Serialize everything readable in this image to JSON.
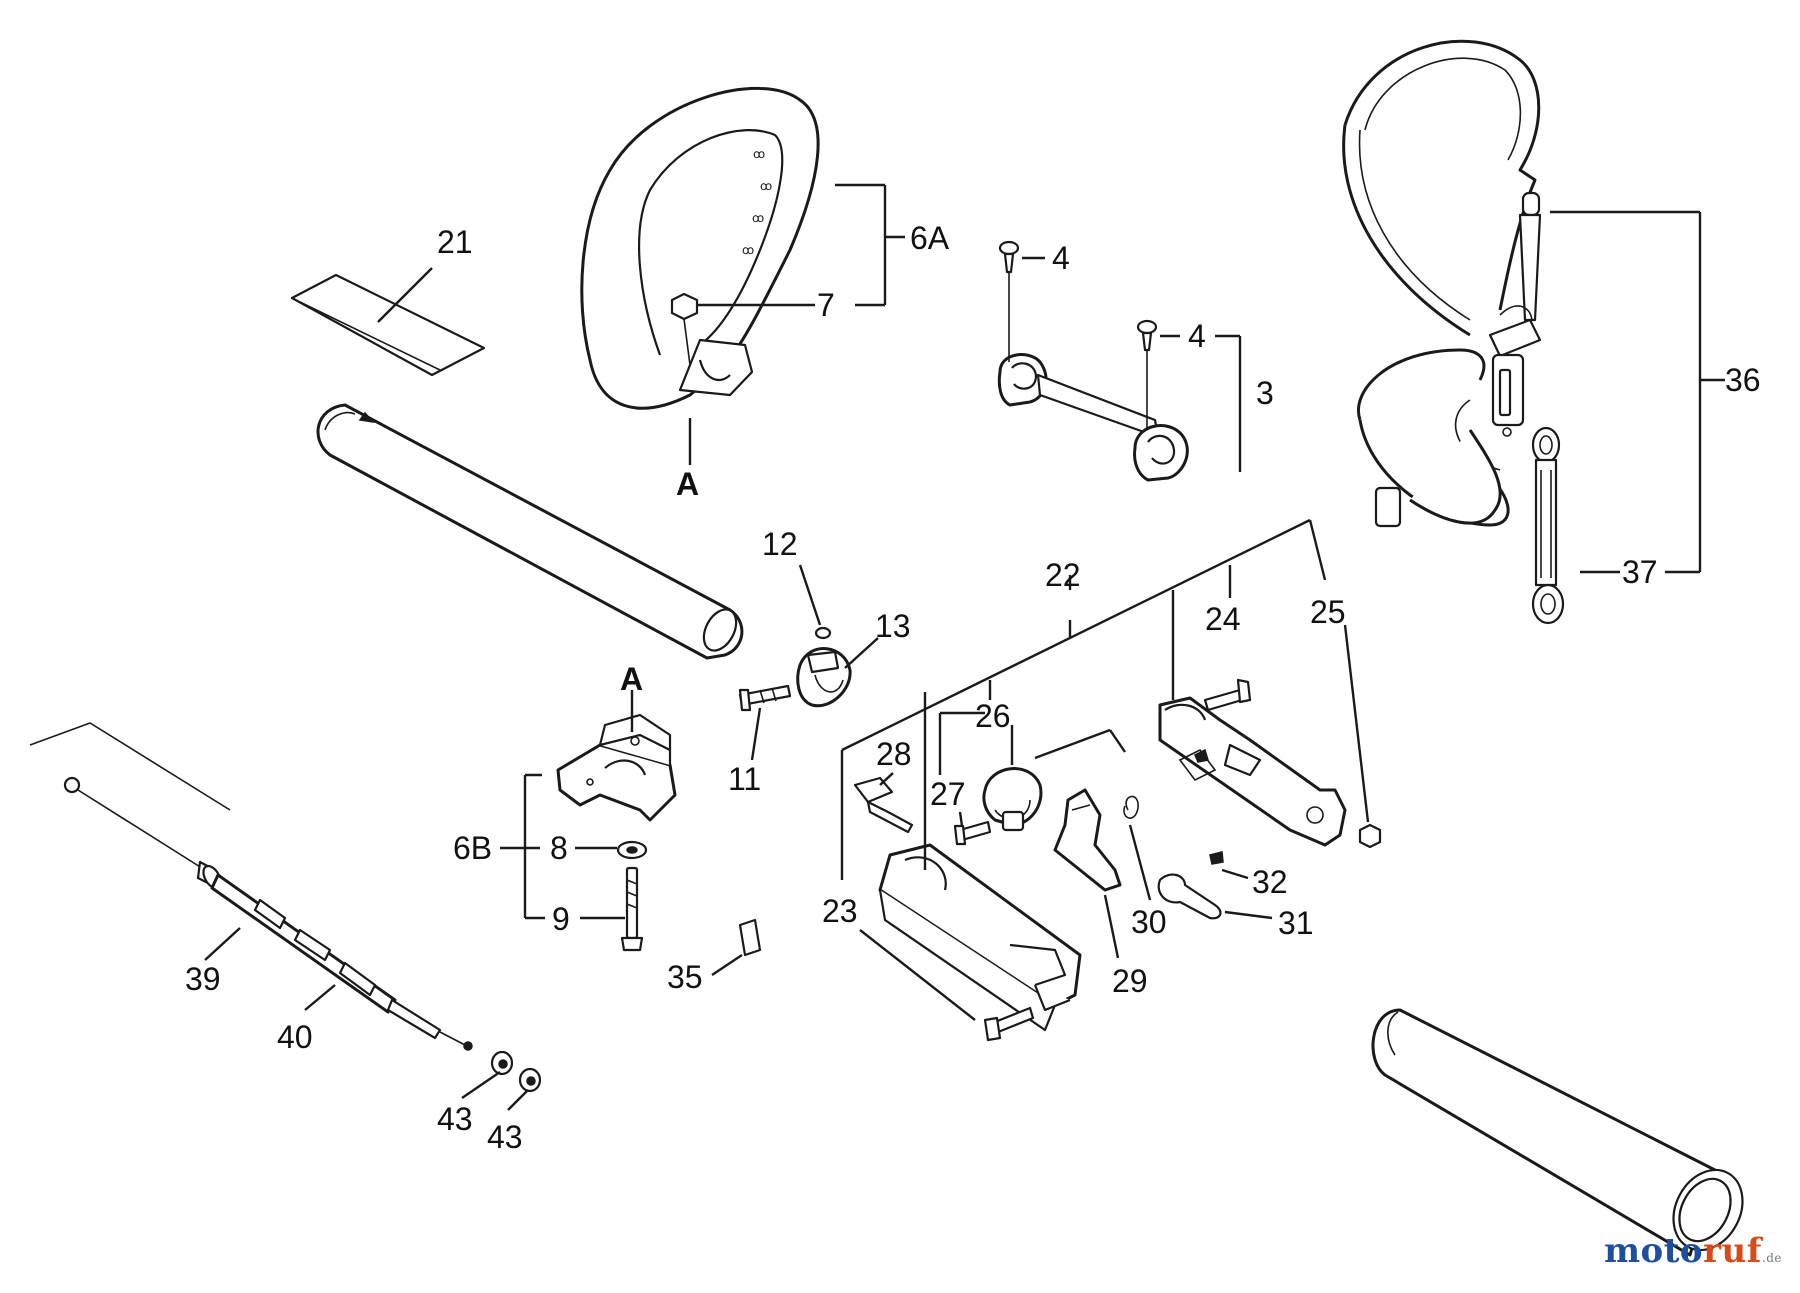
{
  "labels": {
    "p3": "3",
    "p4a": "4",
    "p4b": "4",
    "p6a": "6A",
    "p6b": "6B",
    "p7": "7",
    "p8": "8",
    "p9": "9",
    "p11": "11",
    "p12": "12",
    "p13": "13",
    "p21": "21",
    "p22": "22",
    "p23": "23",
    "p24": "24",
    "p25": "25",
    "p26": "26",
    "p27": "27",
    "p28": "28",
    "p29": "29",
    "p30": "30",
    "p31": "31",
    "p32": "32",
    "p35": "35",
    "p36": "36",
    "p37": "37",
    "p39": "39",
    "p40": "40",
    "p43a": "43",
    "p43b": "43",
    "refA_top": "A",
    "refA_block": "A"
  },
  "watermark": {
    "text_a": "moto",
    "text_b": "ruf",
    "suffix": ".de",
    "color_a": "#1f4e9e",
    "color_b": "#d94a1a"
  },
  "colors": {
    "ink": "#1a1a1a",
    "paper": "#ffffff"
  }
}
